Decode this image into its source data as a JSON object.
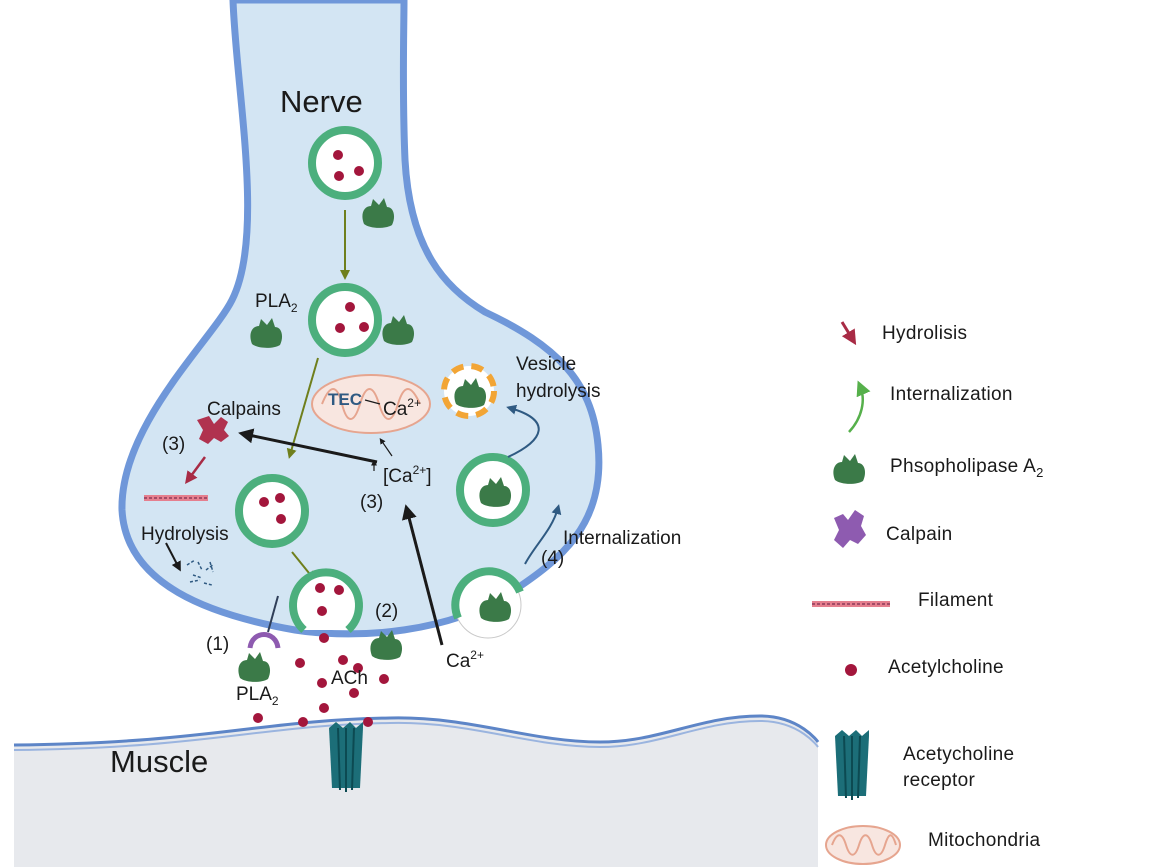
{
  "diagram": {
    "regions": {
      "nerve": "Nerve",
      "muscle": "Muscle"
    },
    "labels": {
      "pla2_top": "PLA",
      "pla2_top_sub": "2",
      "tec": "TEC",
      "ca_mito": "Ca",
      "ca_mito_sup": "2+",
      "calpains": "Calpains",
      "step3_left": "(3)",
      "hydrolysis": "Hydrolysis",
      "ca_conc": "[Ca",
      "ca_conc_sup": "2+",
      "ca_conc_close": "]",
      "step3_center": "(3)",
      "vesicle_hydrolysis_line1": "Vesicle",
      "vesicle_hydrolysis_line2": "hydrolysis",
      "internalization": "Internalization",
      "step4": "(4)",
      "step2": "(2)",
      "step1": "(1)",
      "pla2_bottom": "PLA",
      "pla2_bottom_sub": "2",
      "ach": "ACh",
      "ca_outside": "Ca",
      "ca_outside_sup": "2+"
    }
  },
  "legend": [
    {
      "icon": "hydrolysis-arrow-icon",
      "label": "Hydrolisis"
    },
    {
      "icon": "internalization-arrow-icon",
      "label": "Internalization"
    },
    {
      "icon": "phospholipase-icon",
      "label": "Phsopholipase A",
      "sub": "2"
    },
    {
      "icon": "calpain-icon",
      "label": "Calpain"
    },
    {
      "icon": "filament-icon",
      "label": "Filament"
    },
    {
      "icon": "acetylcholine-icon",
      "label": "Acetylcholine"
    },
    {
      "icon": "receptor-icon",
      "label": "Acetycholine",
      "label2": "receptor"
    },
    {
      "icon": "mitochondria-icon",
      "label": "Mitochondria"
    }
  ],
  "colors": {
    "nerve_fill": "#d3e5f3",
    "membrane": "#6f97d9",
    "muscle_fill": "#e7e9ed",
    "vesicle_ring": "#4caf7d",
    "ach": "#a3163c",
    "pla2": "#3b7a48",
    "calpain_legend": "#8e5bb0",
    "calpain_diagram": "#b0324f",
    "receptor": "#1c6e78",
    "arrow_olive": "#6f7f1c",
    "arrow_hydro": "#a82b45",
    "arrow_internal": "#2f5a82",
    "arrow_black": "#1a1a1a",
    "mito": "#e6a58f",
    "dashed_ring": "#f2a535"
  }
}
